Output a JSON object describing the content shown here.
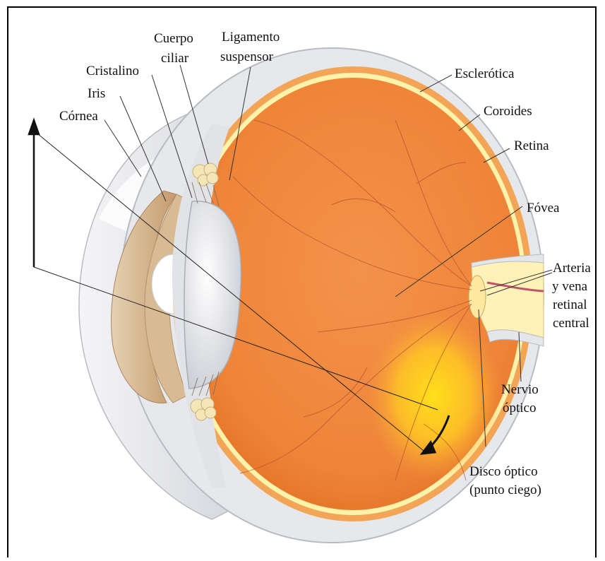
{
  "labels": {
    "cuerpo_ciliar": [
      "Cuerpo",
      "ciliar"
    ],
    "ligamento": [
      "Ligamento",
      "suspensor"
    ],
    "cristalino": "Cristalino",
    "iris": "Iris",
    "cornea": "Córnea",
    "esclerotica": "Esclerótica",
    "coroides": "Coroides",
    "retina": "Retina",
    "fovea": "Fóvea",
    "arteria": [
      "Arteria",
      "y vena",
      "retinal",
      "central"
    ],
    "nervio": [
      "Nervio",
      "óptico"
    ],
    "disco": [
      "Disco óptico",
      "(punto ciego)"
    ]
  },
  "colors": {
    "vitreous": "#f08a3a",
    "vitreous_edge": "#e8742c",
    "macula": "#ffd21a",
    "retina_band": "#fff3b0",
    "choroid_band": "#f2a25a",
    "sclera": "#e9eaee",
    "lens": "#dcdde2",
    "iris": "#c8a47a",
    "nerve": "#fff2b8"
  }
}
